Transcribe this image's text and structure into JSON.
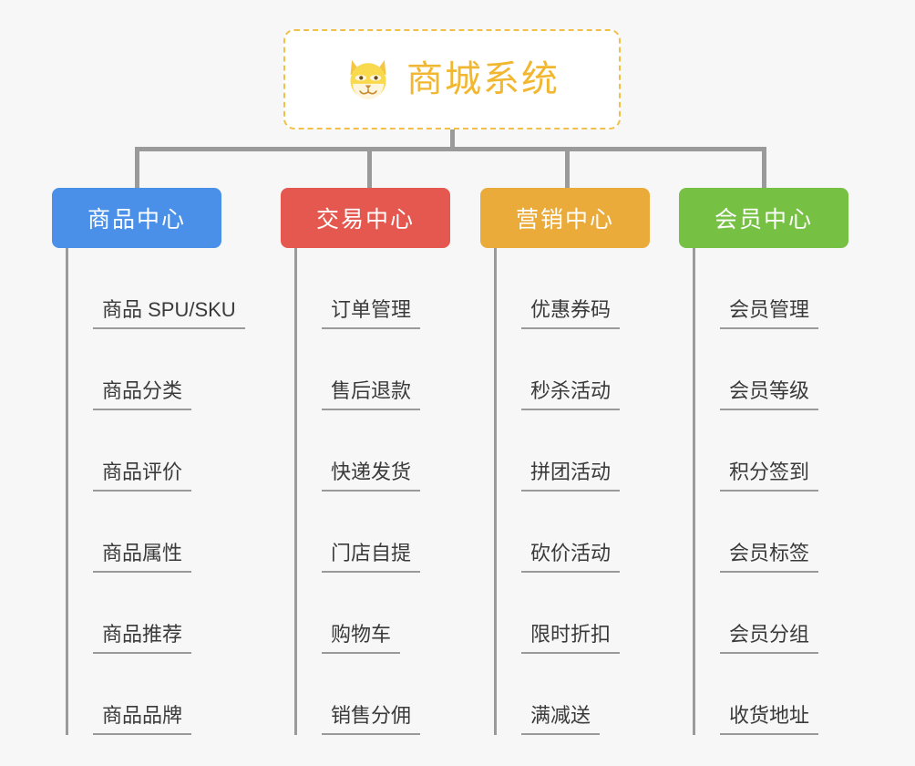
{
  "root": {
    "title": "商城系统",
    "logo_icon": "shiba-dog-face-icon",
    "border_color": "#f0c04a",
    "text_color": "#f2b731"
  },
  "connector_color": "#9a9a9a",
  "background_color": "#f7f7f7",
  "columns": [
    {
      "title": "商品中心",
      "color": "#4a90e8",
      "items": [
        "商品 SPU/SKU",
        "商品分类",
        "商品评价",
        "商品属性",
        "商品推荐",
        "商品品牌"
      ]
    },
    {
      "title": "交易中心",
      "color": "#e4584f",
      "items": [
        "订单管理",
        "售后退款",
        "快递发货",
        "门店自提",
        "购物车",
        "销售分佣"
      ]
    },
    {
      "title": "营销中心",
      "color": "#eaab3a",
      "items": [
        "优惠券码",
        "秒杀活动",
        "拼团活动",
        "砍价活动",
        "限时折扣",
        "满减送"
      ]
    },
    {
      "title": "会员中心",
      "color": "#76c043",
      "items": [
        "会员管理",
        "会员等级",
        "积分签到",
        "会员标签",
        "会员分组",
        "收货地址"
      ]
    }
  ]
}
